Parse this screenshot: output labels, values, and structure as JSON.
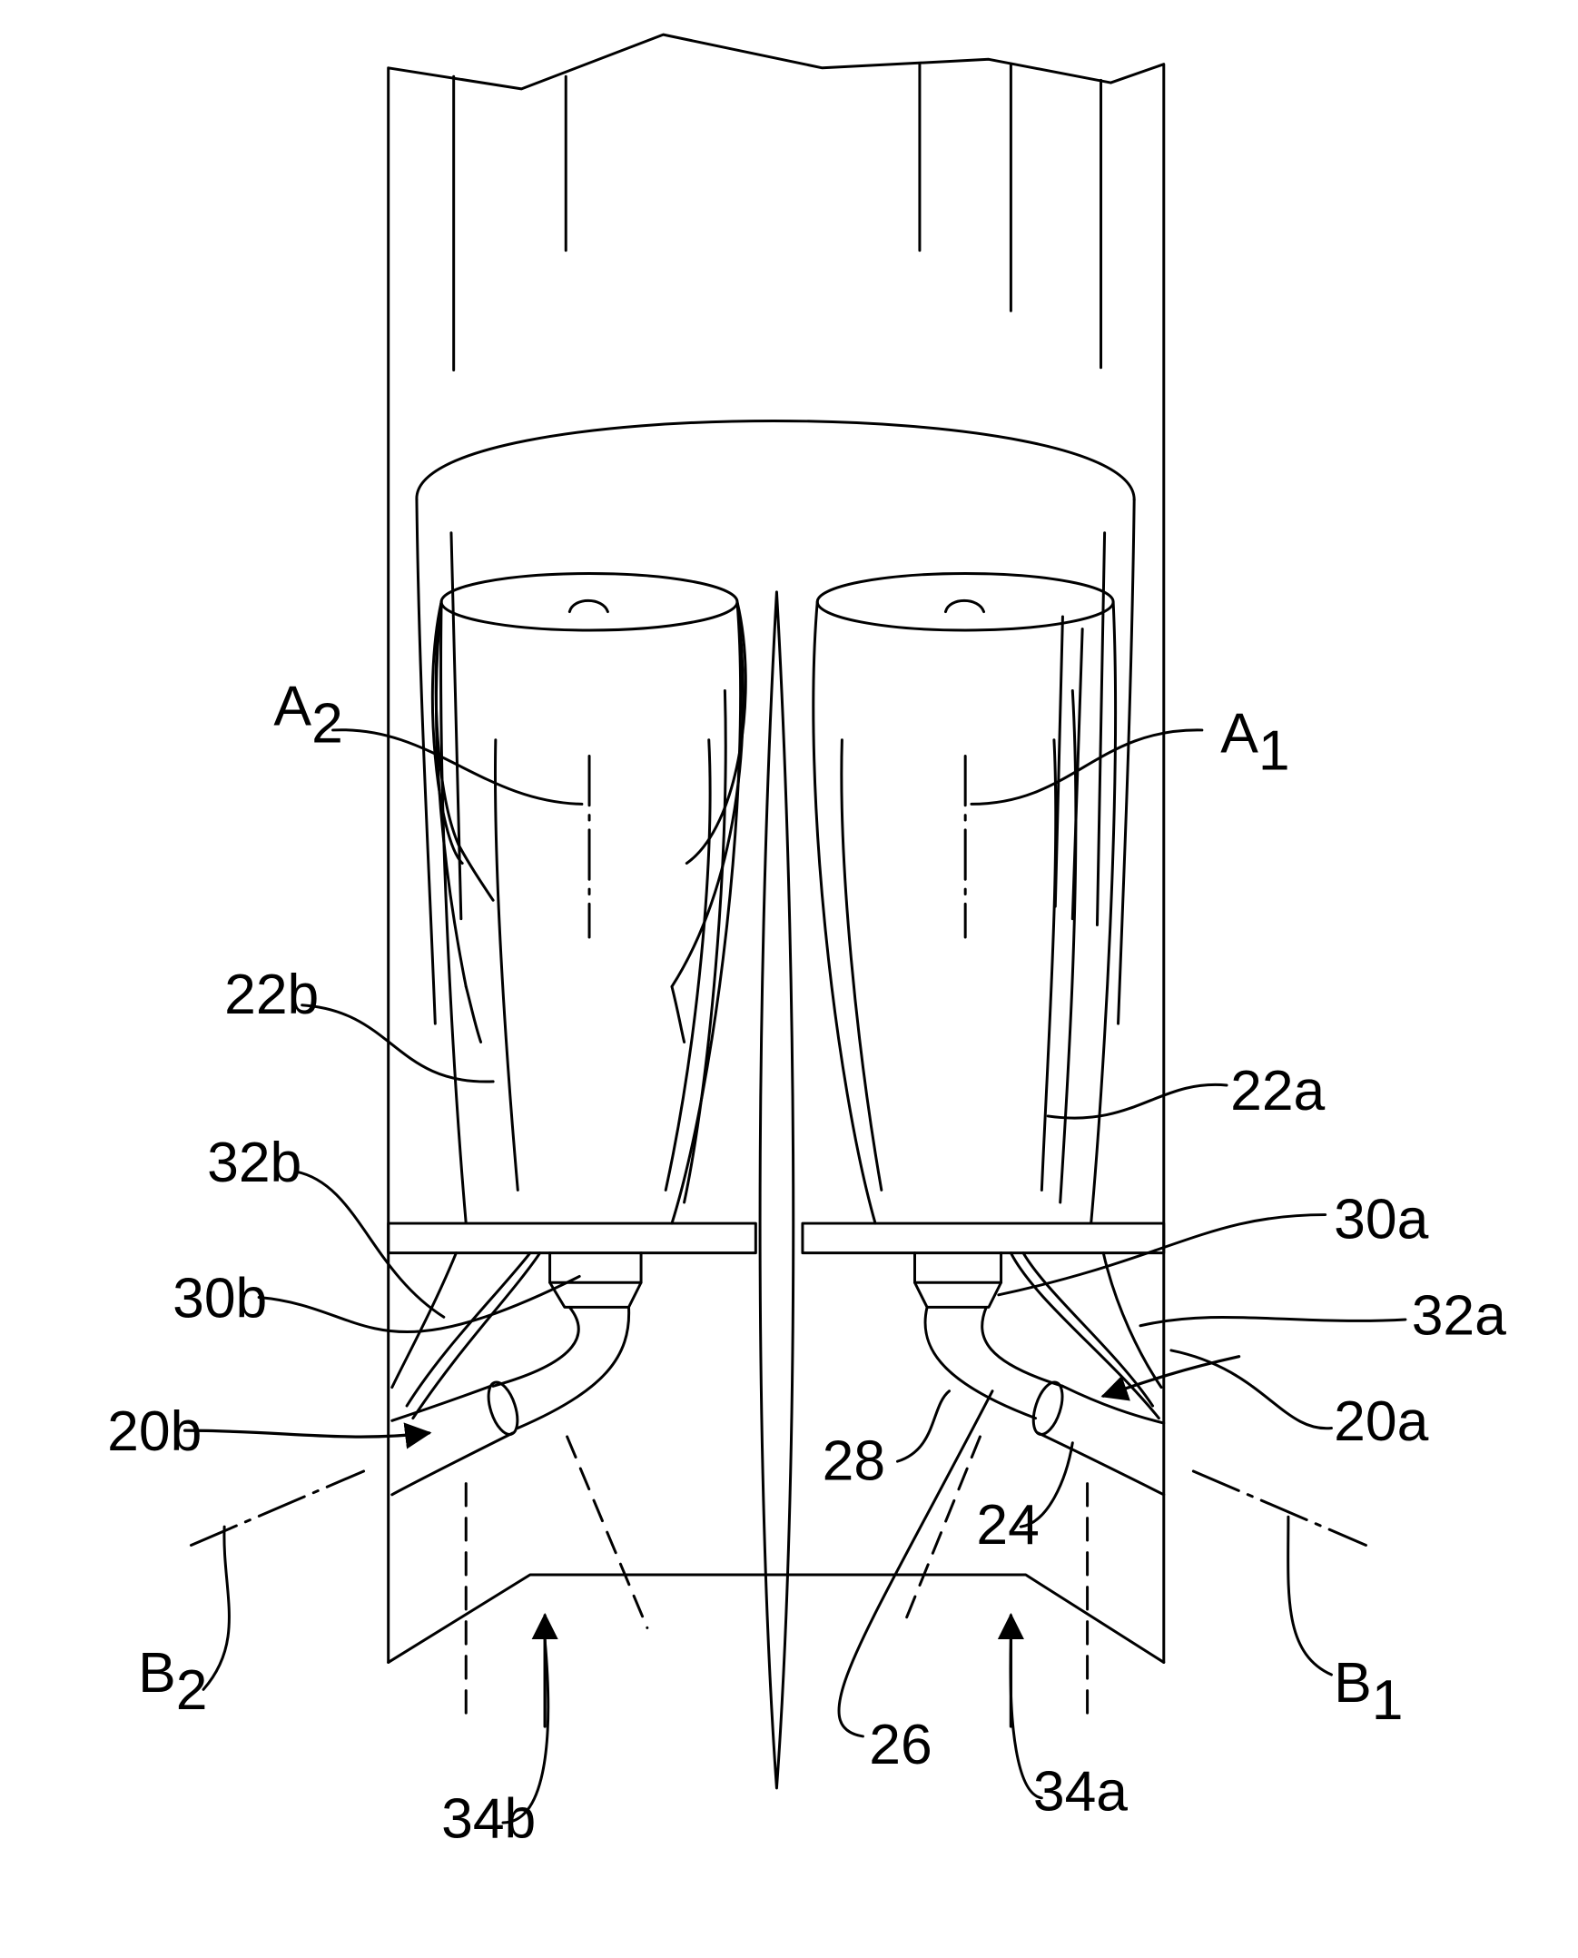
{
  "figure": {
    "colors": {
      "ink": "#000000",
      "paper": "#ffffff"
    },
    "labels": {
      "a2_main": "A",
      "a2_sub": "2",
      "a1_main": "A",
      "a1_sub": "1",
      "b2_main": "B",
      "b2_sub": "2",
      "b1_main": "B",
      "b1_sub": "1",
      "ref_22b": "22b",
      "ref_22a": "22a",
      "ref_32b": "32b",
      "ref_30b": "30b",
      "ref_30a": "30a",
      "ref_32a": "32a",
      "ref_20b": "20b",
      "ref_20a": "20a",
      "ref_28": "28",
      "ref_24": "24",
      "ref_26": "26",
      "ref_34b": "34b",
      "ref_34a": "34a"
    }
  }
}
